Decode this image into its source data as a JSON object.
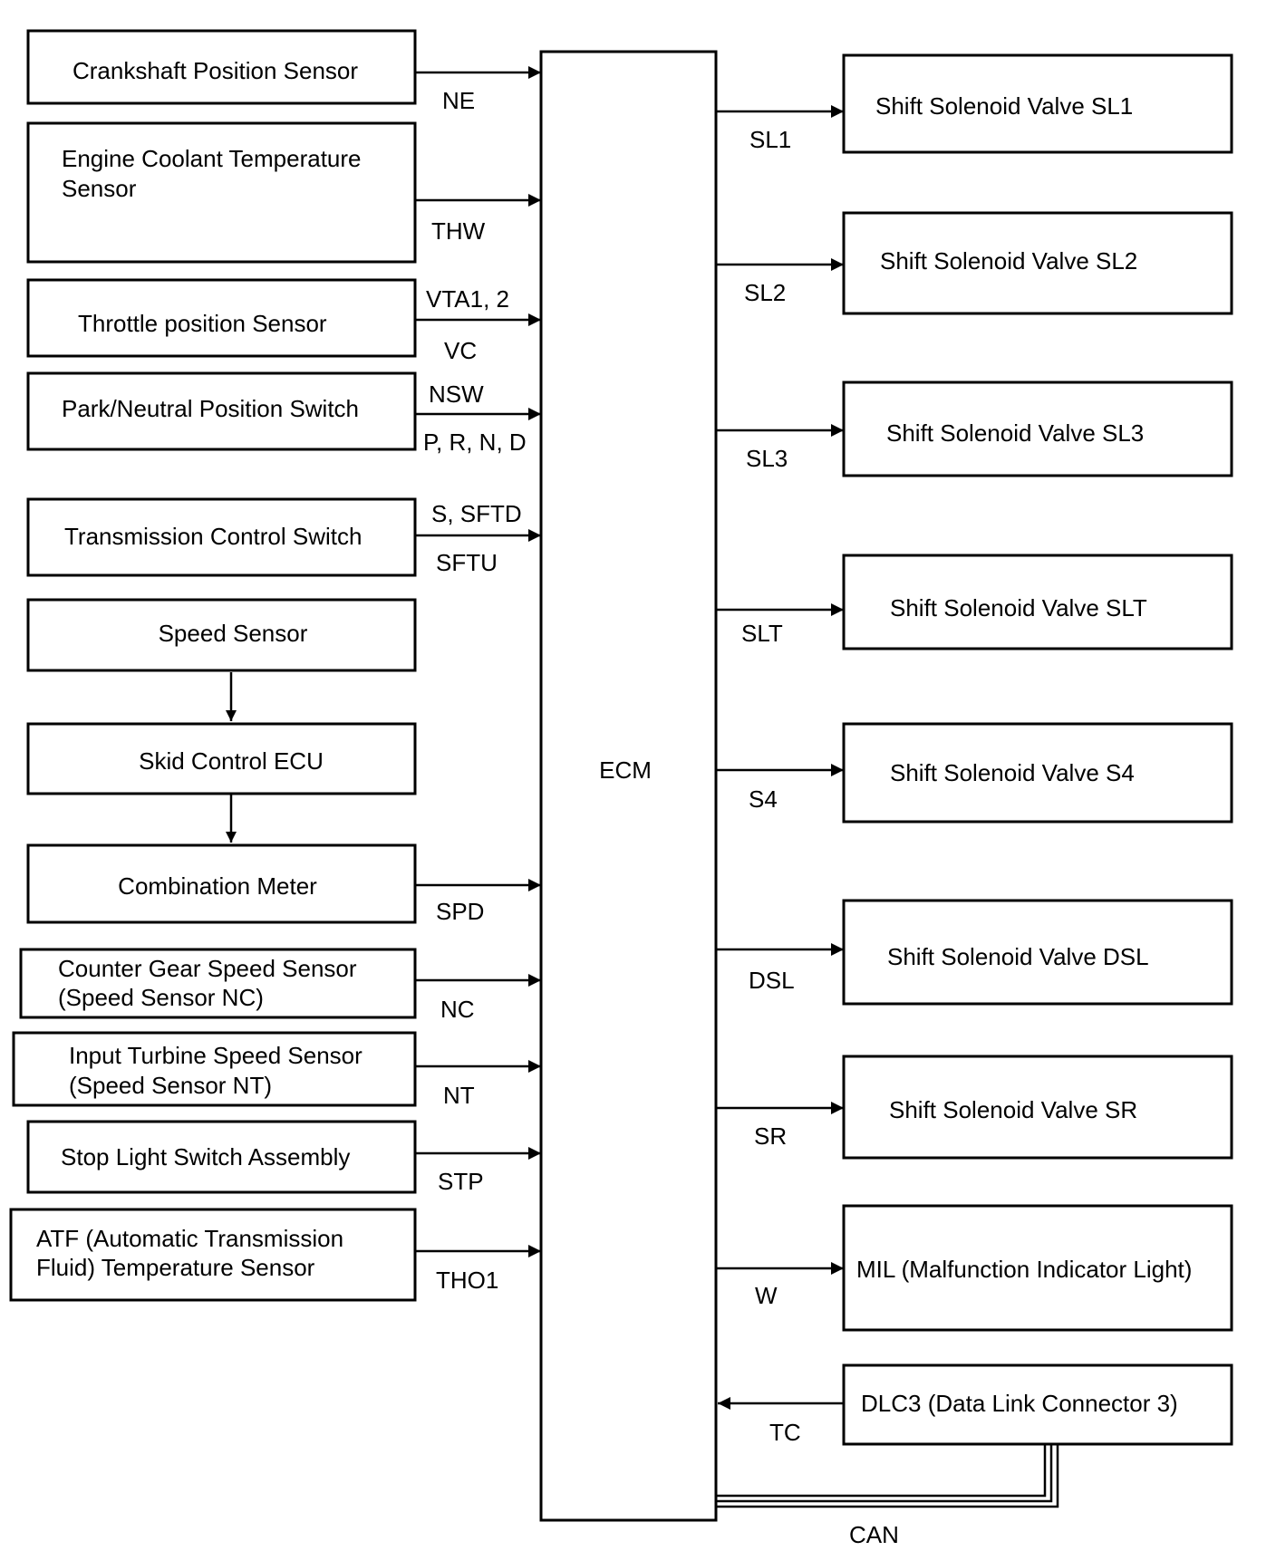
{
  "ecm": {
    "label": "ECM"
  },
  "inputs": [
    {
      "id": "crankshaft",
      "lines": [
        "Crankshaft Position Sensor"
      ],
      "signals": [
        "NE"
      ]
    },
    {
      "id": "coolant",
      "lines": [
        "Engine Coolant Temperature",
        "Sensor"
      ],
      "signals": [
        "THW"
      ]
    },
    {
      "id": "throttle",
      "lines": [
        "Throttle position Sensor"
      ],
      "signals": [
        "VTA1, 2",
        "VC"
      ]
    },
    {
      "id": "park-neutral",
      "lines": [
        "Park/Neutral Position Switch"
      ],
      "signals": [
        "NSW",
        "P, R, N, D"
      ]
    },
    {
      "id": "trans-control",
      "lines": [
        "Transmission Control Switch"
      ],
      "signals": [
        "S, SFTD",
        "SFTU"
      ]
    },
    {
      "id": "speed-sensor",
      "lines": [
        "Speed Sensor"
      ],
      "signals": []
    },
    {
      "id": "skid-control",
      "lines": [
        "Skid Control ECU"
      ],
      "signals": []
    },
    {
      "id": "combination-meter",
      "lines": [
        "Combination Meter"
      ],
      "signals": [
        "SPD"
      ]
    },
    {
      "id": "counter-gear",
      "lines": [
        "Counter Gear Speed Sensor",
        "(Speed Sensor NC)"
      ],
      "signals": [
        "NC"
      ]
    },
    {
      "id": "input-turbine",
      "lines": [
        "Input Turbine Speed Sensor",
        "(Speed Sensor NT)"
      ],
      "signals": [
        "NT"
      ]
    },
    {
      "id": "stop-light",
      "lines": [
        "Stop Light Switch Assembly"
      ],
      "signals": [
        "STP"
      ]
    },
    {
      "id": "atf-temp",
      "lines": [
        "ATF (Automatic Transmission",
        "Fluid) Temperature Sensor"
      ],
      "signals": [
        "THO1"
      ]
    }
  ],
  "outputs": [
    {
      "id": "sl1",
      "label": "Shift Solenoid Valve SL1",
      "signal": "SL1"
    },
    {
      "id": "sl2",
      "label": "Shift Solenoid Valve SL2",
      "signal": "SL2"
    },
    {
      "id": "sl3",
      "label": "Shift Solenoid Valve SL3",
      "signal": "SL3"
    },
    {
      "id": "slt",
      "label": "Shift Solenoid Valve SLT",
      "signal": "SLT"
    },
    {
      "id": "s4",
      "label": "Shift Solenoid Valve S4",
      "signal": "S4"
    },
    {
      "id": "dsl",
      "label": "Shift Solenoid Valve DSL",
      "signal": "DSL"
    },
    {
      "id": "sr",
      "label": "Shift Solenoid Valve SR",
      "signal": "SR"
    },
    {
      "id": "mil",
      "label": "MIL (Malfunction Indicator Light)",
      "signal": "W"
    },
    {
      "id": "dlc3",
      "label": "DLC3 (Data Link Connector 3)",
      "signal": "TC"
    }
  ],
  "bus": {
    "label": "CAN"
  }
}
